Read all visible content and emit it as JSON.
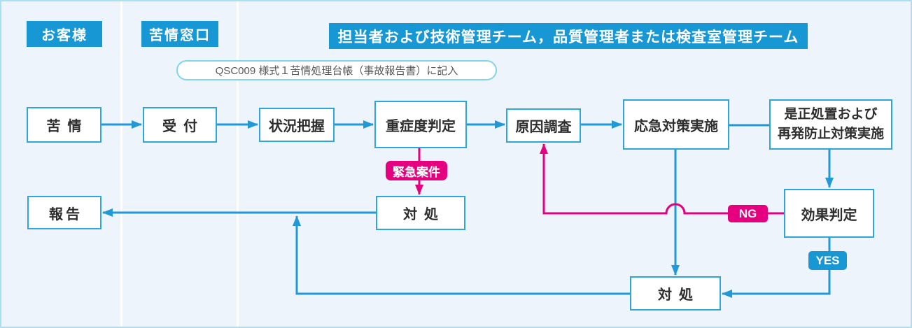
{
  "palette": {
    "accent_blue": "#1797d3",
    "accent_pink": "#e4007f",
    "line_blue": "#2199d6",
    "box_border_blue": "#2fa6da",
    "canvas_bg": "#edf4fb",
    "frame_border": "#a9e1f3",
    "node_text": "#2e2e2e",
    "note_border": "#82d3ec"
  },
  "lanes": [
    {
      "id": "customer",
      "label": "お客様"
    },
    {
      "id": "complaint-desk",
      "label": "苦情窓口"
    },
    {
      "id": "team",
      "label": "担当者および技術管理チーム，品質管理者または検査室管理チーム"
    }
  ],
  "note": {
    "text": "QSC009 様式１苦情処理台帳（事故報告書）に記入"
  },
  "nodes": {
    "complaint": {
      "label": "苦情"
    },
    "reception": {
      "label": "受付"
    },
    "situation": {
      "label": "状況把握"
    },
    "severity": {
      "label": "重症度判定"
    },
    "cause": {
      "label": "原因調査"
    },
    "emergency_action": {
      "label": "応急対策実施"
    },
    "corrective": {
      "line1": "是正処置および",
      "line2": "再発防止対策実施"
    },
    "handle_urgent": {
      "label": "対処"
    },
    "report": {
      "label": "報告"
    },
    "effect_check": {
      "label": "効果判定"
    },
    "handle_final": {
      "label": "対処"
    }
  },
  "edge_labels": {
    "urgent": "緊急案件",
    "ng": "NG",
    "yes": "YES"
  }
}
